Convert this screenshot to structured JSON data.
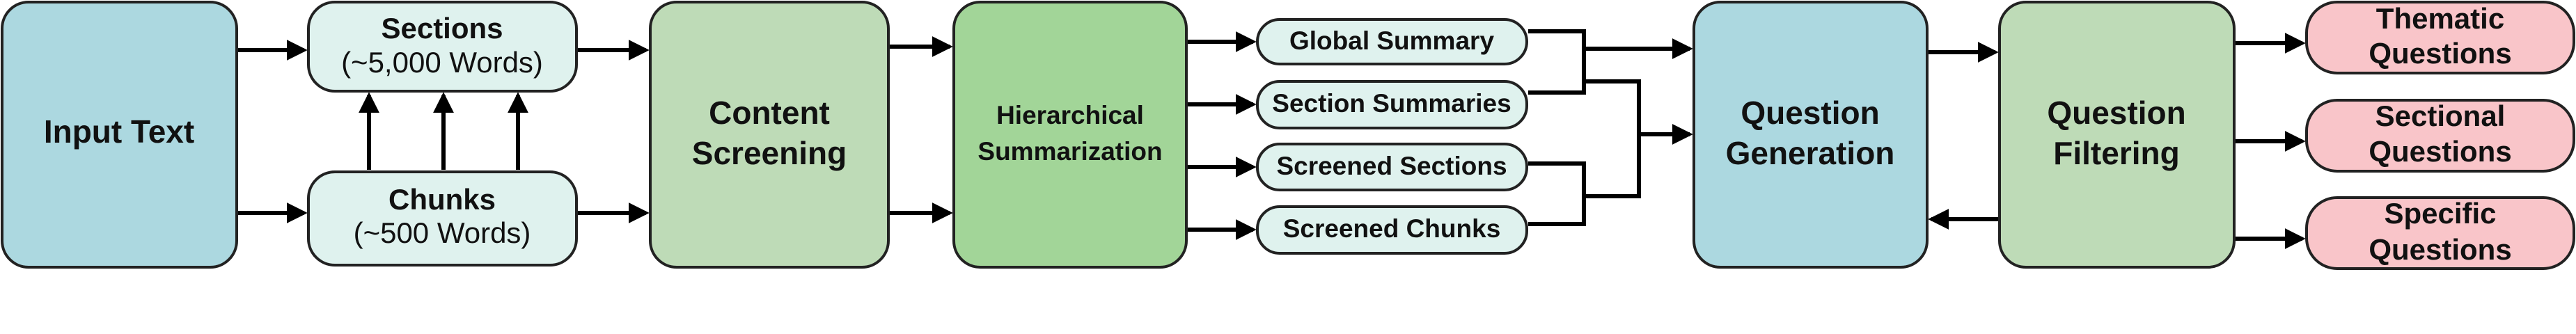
{
  "nodes": {
    "input_text": "Input Text",
    "sections": {
      "line1": "Sections",
      "line2": "(~5,000 Words)"
    },
    "chunks": {
      "line1": "Chunks",
      "line2": "(~500 Words)"
    },
    "content_screening": {
      "line1": "Content",
      "line2": "Screening"
    },
    "hierarchical_summarization": {
      "line1": "Hierarchical",
      "line2": "Summarization"
    },
    "global_summary": "Global Summary",
    "section_summaries": "Section Summaries",
    "screened_sections": "Screened Sections",
    "screened_chunks": "Screened Chunks",
    "question_generation": {
      "line1": "Question",
      "line2": "Generation"
    },
    "question_filtering": {
      "line1": "Question",
      "line2": "Filtering"
    },
    "thematic_questions": {
      "line1": "Thematic",
      "line2": "Questions"
    },
    "sectional_questions": {
      "line1": "Sectional",
      "line2": "Questions"
    },
    "specific_questions": {
      "line1": "Specific",
      "line2": "Questions"
    }
  },
  "colors": {
    "input": "#acd8e0",
    "chunking": "#dff2ee",
    "screening": "#bedbb7",
    "summarization": "#a2d598",
    "intermediate": "#dff2ee",
    "generation": "#acd8e0",
    "filtering": "#bedbb7",
    "output": "#f9c5c9"
  }
}
